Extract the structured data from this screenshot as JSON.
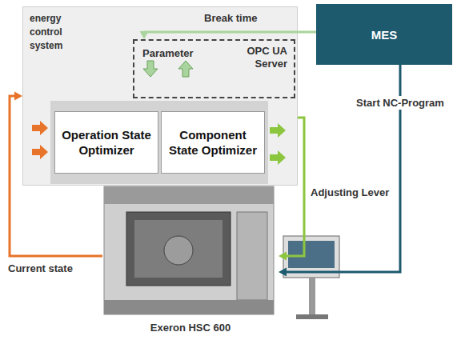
{
  "diagram": {
    "nodes": [
      {
        "text": [
          "energy control system"
        ]
      },
      {
        "text": [
          "Parameter",
          "OPC UA Server"
        ],
        "in": 0
      },
      {
        "text": [
          "Operation State Optimizer"
        ],
        "in": 0
      },
      {
        "text": [
          "Component State Optimizer"
        ],
        "in": 0
      },
      {
        "text": [
          "MES"
        ]
      },
      {
        "text": [
          "Exeron HSC 600"
        ]
      }
    ],
    "edges": [
      {
        "from": 4,
        "to": 1,
        "label": "Break time",
        "arrow": "to"
      },
      {
        "from": 4,
        "to": 5,
        "label": "Start NC-Program",
        "arrow": "to"
      },
      {
        "from": 0,
        "to": 5,
        "label": "Adjusting Lever",
        "arrow": "to"
      },
      {
        "from": 5,
        "to": 0,
        "label": "Current state",
        "arrow": "to"
      }
    ]
  }
}
